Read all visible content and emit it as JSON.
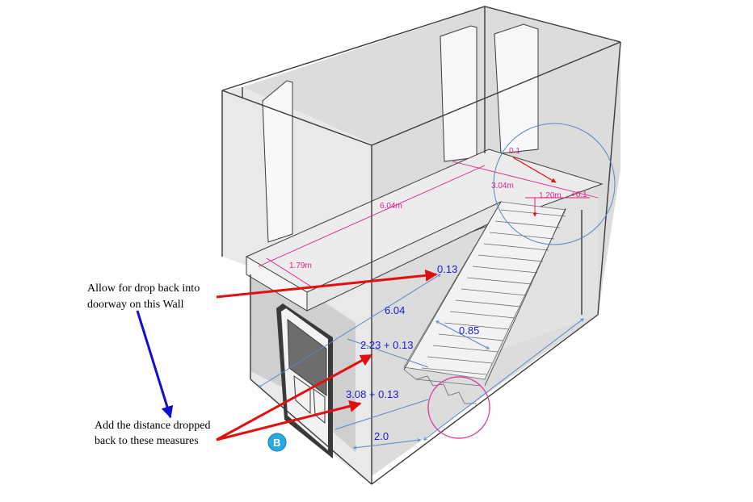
{
  "colors": {
    "edge": "#3a3a3a",
    "wall_back": "#d9d9d9",
    "wall_left": "#e6e6e6",
    "floor_top": "#ececec",
    "floor_front": "#f7f7f7",
    "pink": "#e0218a",
    "blue_dim": "#1a1ad6",
    "red_arrow": "#e01010",
    "blue_arrow": "#1010d0",
    "circle_blue": "#5a86c8",
    "circle_pink": "#e0409a",
    "badge": "#2aa8e0"
  },
  "upper_dims": {
    "length": "6.04m",
    "width_left": "1.79m",
    "offset_top": "0.1",
    "stair_run": "3.04m",
    "stair_width": "1.20m",
    "stair_offset": "+0.1"
  },
  "lower_dims": {
    "drop": "0.13",
    "length": "6.04",
    "stair_width": "0.85",
    "dim_a": "2.23 + 0.13",
    "dim_b": "3.08 + 0.13",
    "depth": "2.0"
  },
  "notes": {
    "note1_line1": "Allow for drop back into",
    "note1_line2": "doorway on this Wall",
    "note2_line1": "Add the distance dropped",
    "note2_line2": "back to these measures"
  },
  "badge_label": "B"
}
